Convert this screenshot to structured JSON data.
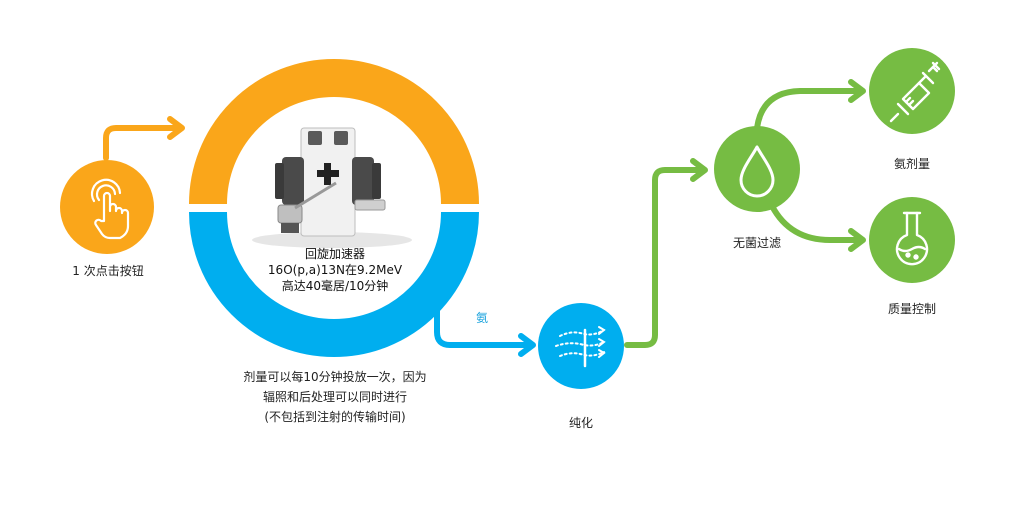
{
  "colors": {
    "orange": "#FAA61A",
    "blue": "#00AEEF",
    "green": "#76BC43"
  },
  "start": {
    "label": "1 次点击按钮",
    "icon": "hand-pointer-icon"
  },
  "cyclotron": {
    "line1": "回旋加速器",
    "line2": "16O(p,a)13N在9.2MeV",
    "line3": "高达40毫居/10分钟"
  },
  "note": {
    "line1": "剂量可以每10分钟投放一次，因为",
    "line2": "辐照和后处理可以同时进行",
    "line3": "(不包括到注射的传输时间)"
  },
  "arrow_label": "氨",
  "purification": {
    "label": "纯化",
    "icon": "airflow-filter-icon"
  },
  "sterile": {
    "label": "无菌过滤",
    "icon": "droplet-icon"
  },
  "dose": {
    "label": "氨剂量",
    "icon": "syringe-icon"
  },
  "quality": {
    "label": "质量控制",
    "icon": "flask-icon"
  }
}
